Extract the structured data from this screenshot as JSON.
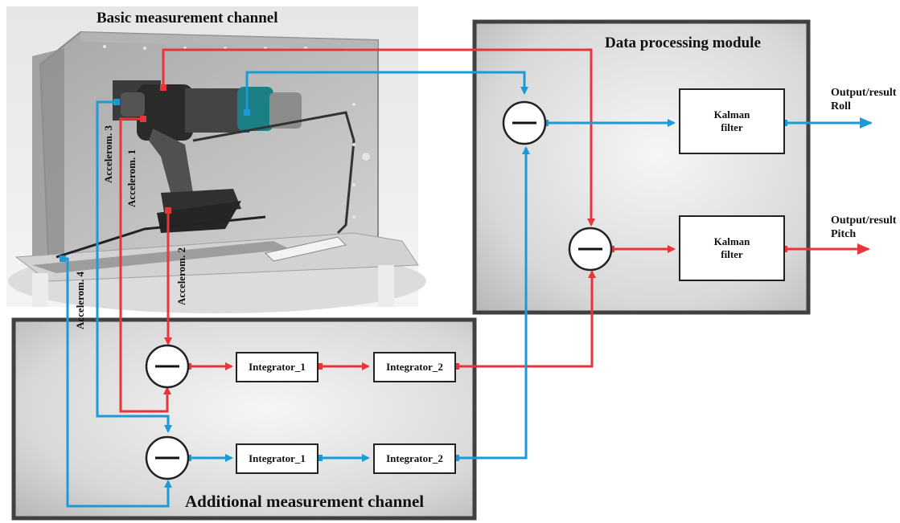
{
  "basic_channel": {
    "title": "Basic measurement  channel"
  },
  "data_module": {
    "title": "Data processing module"
  },
  "additional_channel": {
    "title": "Additional measurement channel"
  },
  "kalman_1": {
    "line1": "Kalman",
    "line2": "filter"
  },
  "kalman_2": {
    "line1": "Kalman",
    "line2": "filter"
  },
  "integrators": {
    "top_1": "Integrator_1",
    "top_2": "Integrator_2",
    "bottom_1": "Integrator_1",
    "bottom_2": "Integrator_2"
  },
  "outputs": {
    "roll_line1": "Output/result",
    "roll_line2": "Roll",
    "pitch_line1": "Output/result",
    "pitch_line2": "Pitch"
  },
  "sensors": {
    "acc1": "Accelerom. 1",
    "acc2": "Accelerom. 2",
    "acc3": "Accelerom. 3",
    "acc4": "Accelerom. 4"
  },
  "colors": {
    "red": "#e8353a",
    "blue": "#1b9ad6",
    "panel": "#d9d9d9",
    "border": "#404040"
  }
}
